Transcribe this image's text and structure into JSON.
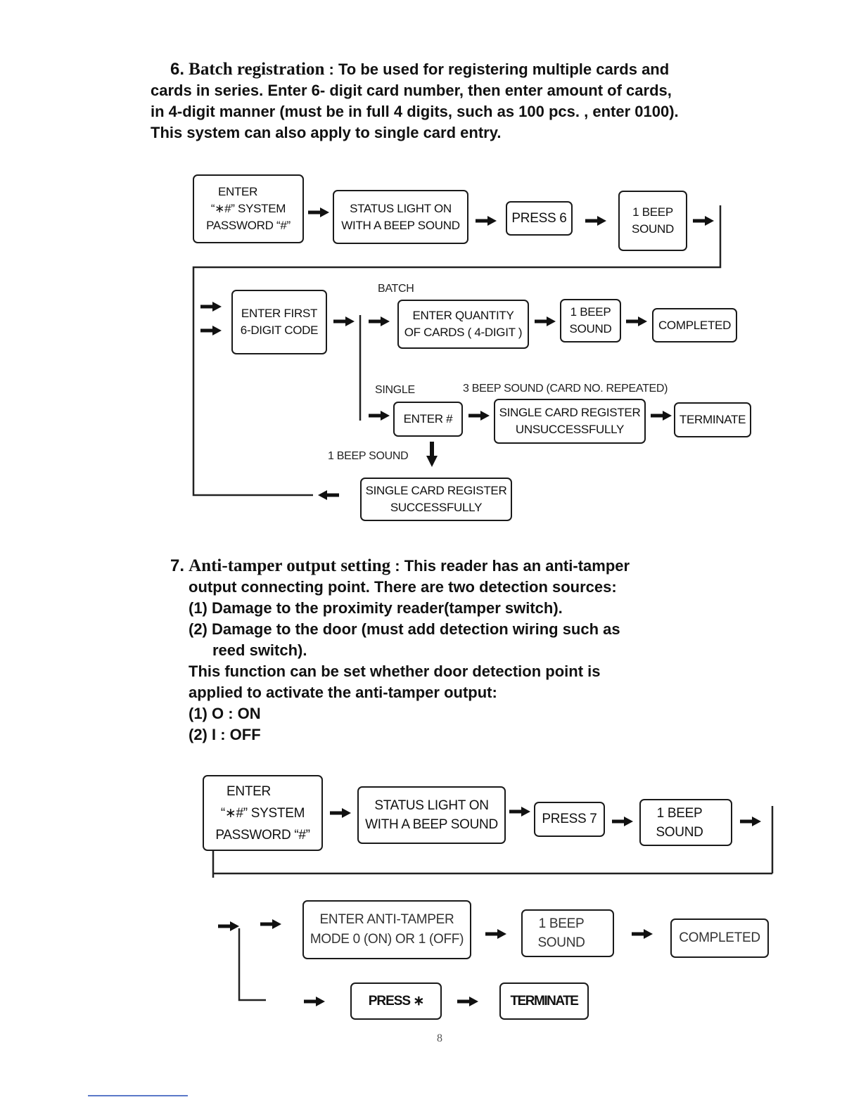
{
  "section6": {
    "number": "6.",
    "title": "Batch registration",
    "lines": [
      " : To be used for registering multiple cards and",
      "cards  in series.  Enter 6- digit card number, then enter amount of cards,",
      "in  4-digit manner (must be in full 4 digits, such as 100 pcs. , enter 0100).",
      "This system can also apply to single card entry."
    ]
  },
  "flow6": {
    "enter_password": [
      "ENTER",
      "“∗#” SYSTEM",
      "PASSWORD “#”"
    ],
    "status_light": [
      "STATUS LIGHT ON",
      "WITH A BEEP SOUND"
    ],
    "press": "PRESS 6",
    "beep1": [
      "1 BEEP",
      "SOUND"
    ],
    "enter_first": [
      "ENTER FIRST",
      "6-DIGIT  CODE"
    ],
    "batch_label": "BATCH",
    "enter_quantity": [
      "ENTER QUANTITY",
      "OF CARDS ( 4-DIGIT )"
    ],
    "beep2": [
      "1 BEEP",
      "SOUND"
    ],
    "completed": "COMPLETED",
    "single_label": "SINGLE",
    "repeat_label": "3 BEEP  SOUND (CARD NO. REPEATED)",
    "enter_hash": "ENTER #",
    "unsuccess": [
      "SINGLE CARD REGISTER",
      "UNSUCCESSFULLY"
    ],
    "terminate": "TERMINATE",
    "beep_sound_label": "1 BEEP  SOUND",
    "success": [
      "SINGLE CARD REGISTER",
      "SUCCESSFULLY"
    ]
  },
  "section7": {
    "number": "7.",
    "title": "Anti-tamper output setting",
    "lines": [
      " : This reader has an anti-tamper",
      "output connecting point.  There are two detection sources:",
      "(1) Damage to the proximity reader(tamper switch).",
      "(2) Damage to the door (must add detection wiring such as",
      "reed switch).",
      "This function can be set whether door detection point is",
      "applied to activate the anti-tamper output:",
      "(1) O : ON",
      "(2)  I  : OFF"
    ]
  },
  "flow7": {
    "enter_password": [
      "ENTER",
      "“∗#” SYSTEM",
      "PASSWORD “#”"
    ],
    "status_light": [
      "STATUS LIGHT ON",
      "WITH A BEEP SOUND"
    ],
    "press": "PRESS 7",
    "beep1": [
      "1 BEEP",
      "SOUND"
    ],
    "enter_mode": [
      "ENTER ANTI-TAMPER",
      "MODE 0 (ON) OR 1 (OFF)"
    ],
    "beep2": [
      "1 BEEP",
      "SOUND"
    ],
    "completed": "COMPLETED",
    "press_star": "PRESS  ∗",
    "terminate": "TERMINATE"
  },
  "page_number": "8",
  "colors": {
    "ink": "#111111",
    "footer_rule": "#5a78c8"
  }
}
